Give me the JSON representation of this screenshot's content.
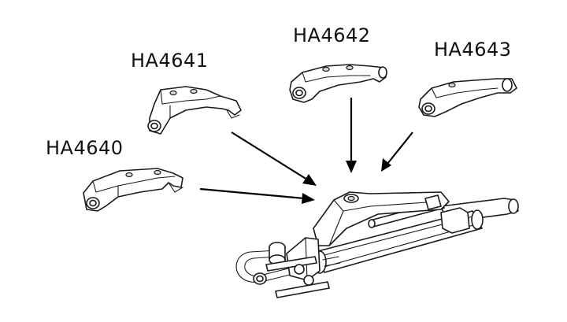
{
  "parts": [
    {
      "id": "ha4640",
      "label": "HA4640"
    },
    {
      "id": "ha4641",
      "label": "HA4641"
    },
    {
      "id": "ha4642",
      "label": "HA4642"
    },
    {
      "id": "ha4643",
      "label": "HA4643"
    }
  ],
  "colors": {
    "ink": "#1a1a1a",
    "background": "#ffffff",
    "shade": "#dcdcdc"
  }
}
